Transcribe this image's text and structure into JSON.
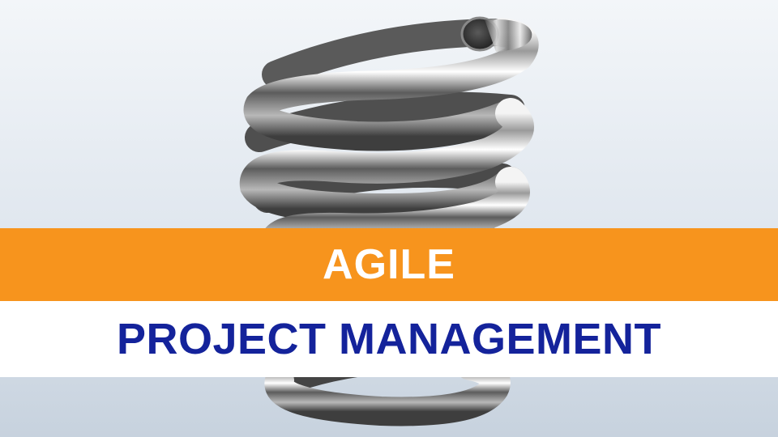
{
  "slide": {
    "title_line_1": "AGILE",
    "title_line_2": "PROJECT MANAGEMENT"
  },
  "image": {
    "subject": "coil-spring"
  },
  "colors": {
    "band_primary": "#f7941d",
    "band_secondary": "#ffffff",
    "title_line_1_text": "#ffffff",
    "title_line_2_text": "#14239b"
  }
}
